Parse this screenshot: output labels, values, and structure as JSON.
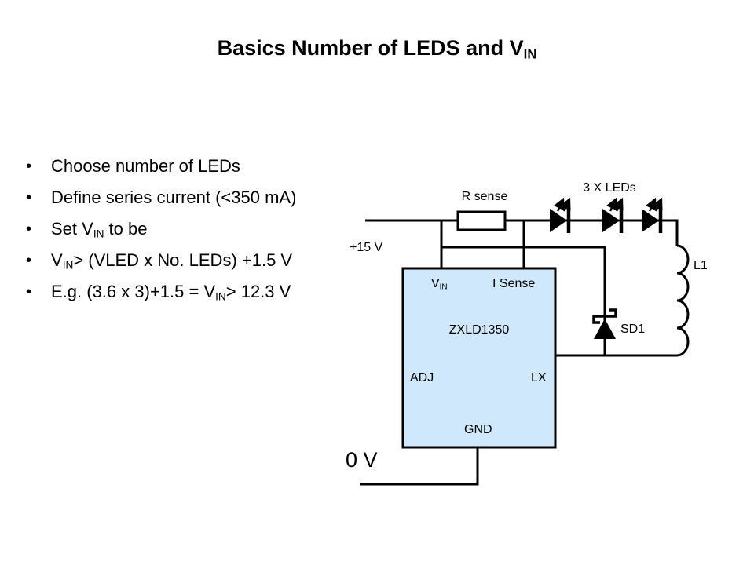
{
  "title": {
    "pre": "Basics Number of LEDS and V",
    "sub": "IN"
  },
  "bullets": [
    {
      "pre": "Choose number of LEDs",
      "sub": "",
      "post": ""
    },
    {
      "pre": "Define series current (<350 mA)",
      "sub": "",
      "post": ""
    },
    {
      "pre": "Set V",
      "sub": "IN",
      "post": " to be"
    },
    {
      "pre": "V",
      "sub": "IN",
      "post": "> (VLED x No. LEDs) +1.5 V"
    },
    {
      "pre": "E.g. (3.6 x 3)+1.5 = V",
      "sub": "IN",
      "post": "> 12.3 V"
    }
  ],
  "circuit": {
    "labels": {
      "r_sense": "R sense",
      "leds": "3 X LEDs",
      "supply": "+15 V",
      "inductor": "L1",
      "diode": "SD1",
      "ground": "0 V"
    },
    "chip": {
      "name": "ZXLD1350",
      "pin_vin_pre": "V",
      "pin_vin_sub": "IN",
      "pin_isense": "I Sense",
      "pin_adj": "ADJ",
      "pin_lx": "LX",
      "pin_gnd": "GND",
      "fill": "#cfe8fb"
    },
    "colors": {
      "line": "#000000"
    }
  }
}
